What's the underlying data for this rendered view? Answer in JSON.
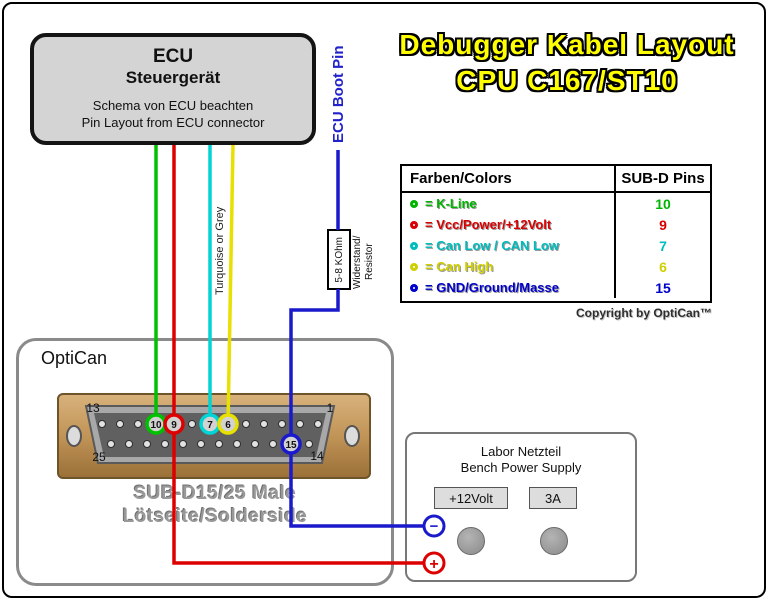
{
  "title": {
    "line1": "Debugger Kabel Layout",
    "line2": "CPU C167/ST10",
    "color": "#ffff00"
  },
  "ecu": {
    "title_line1": "ECU",
    "title_line2": "Steuergerät",
    "note_line1": "Schema von ECU beachten",
    "note_line2": "Pin Layout from ECU connector"
  },
  "labels": {
    "ecu_boot_pin": "ECU Boot Pin",
    "turquoise_note": "Turquoise or Grey",
    "resistor_value": "5-8 KOhm",
    "resistor_label_line1": "Widerstand/",
    "resistor_label_line2": "Resistor"
  },
  "legend": {
    "header_left": "Farben/Colors",
    "header_right": "SUB-D Pins",
    "rows": [
      {
        "label": "= K-Line",
        "pin": "10",
        "color": "#00b400"
      },
      {
        "label": "= Vcc/Power/+12Volt",
        "pin": "9",
        "color": "#d80000"
      },
      {
        "label": "= Can Low / CAN Low",
        "pin": "7",
        "color": "#00bcbc"
      },
      {
        "label": "= Can High",
        "pin": "6",
        "color": "#cfcf00"
      },
      {
        "label": "= GND/Ground/Masse",
        "pin": "15",
        "color": "#0000cc"
      }
    ],
    "copyright": "Copyright by OptiCan™"
  },
  "optican": {
    "label": "OptiCan",
    "caption_line1": "SUB-D15/25 Male",
    "caption_line2": "Lötseite/Solderside",
    "connector": {
      "corner_top_left": "13",
      "corner_top_right": "1",
      "corner_bottom_left": "25",
      "corner_bottom_right": "14",
      "pins": [
        {
          "number": "10",
          "color": "#00c000"
        },
        {
          "number": "9",
          "color": "#dd0000"
        },
        {
          "number": "7",
          "color": "#00d4d4"
        },
        {
          "number": "6",
          "color": "#e8e000"
        },
        {
          "number": "15",
          "color": "#1a1acc"
        }
      ]
    }
  },
  "power_supply": {
    "title_line1": "Labor Netzteil",
    "title_line2": "Bench Power Supply",
    "voltage_label": "+12Volt",
    "current_label": "3A",
    "minus_symbol": "−",
    "plus_symbol": "+"
  },
  "wires": {
    "k_line": "#00c000",
    "vcc": "#dd0000",
    "can_low": "#00d4d4",
    "can_high": "#e8e000",
    "gnd": "#1a1acc"
  }
}
